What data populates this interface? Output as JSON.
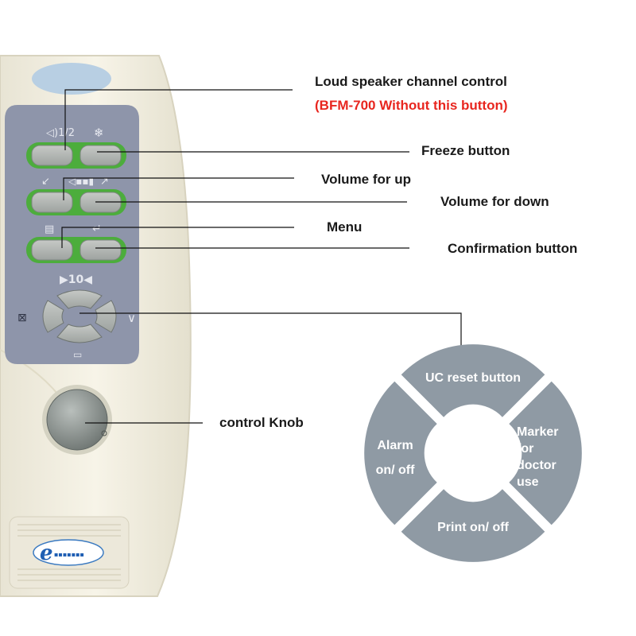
{
  "callouts": {
    "speaker_channel": "Loud speaker channel control",
    "speaker_note": "(BFM-700 Without this button)",
    "freeze": "Freeze button",
    "volume_up": "Volume for up",
    "volume_down": "Volume for down",
    "menu": "Menu",
    "confirm": "Confirmation button",
    "knob": "control Knob"
  },
  "dpad": {
    "top": "UC reset button",
    "left": "Alarm\non/ off",
    "right": "Marker\nfor\ndoctor\nuse",
    "bottom": "Print on/ off"
  },
  "panel": {
    "speaker_icon_label": "◁)1/2",
    "nav_label": "▶10◀",
    "brand_logo": "e"
  },
  "colors": {
    "callout_text": "#1a1a1a",
    "note_red": "#e8261f",
    "dpad_fill": "#8f9aa4",
    "panel_bg": "#8e95aa",
    "button_green": "#4cad3c",
    "device_body": "#f2efe2"
  }
}
